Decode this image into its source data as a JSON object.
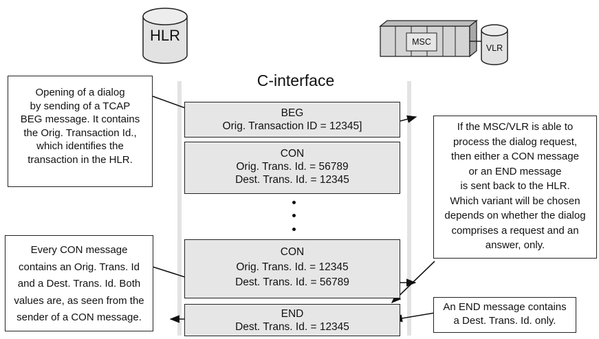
{
  "hlr_label": "HLR",
  "msc_label": "MSC",
  "vlr_label": "VLR",
  "interface_title": "C-interface",
  "messages": [
    {
      "name": "BEG",
      "lines": [
        "Orig. Transaction ID = 12345]"
      ]
    },
    {
      "name": "CON",
      "lines": [
        "Orig. Trans. Id. = 56789",
        "Dest. Trans. Id. = 12345"
      ]
    },
    {
      "name": "CON",
      "lines": [
        "Orig. Trans. Id. = 12345",
        "Dest. Trans. Id. = 56789"
      ]
    },
    {
      "name": "END",
      "lines": [
        "Dest. Trans. Id. = 12345"
      ]
    }
  ],
  "notes": {
    "opening": [
      "Opening of a dialog",
      "by sending of a TCAP",
      "BEG message. It contains",
      "the Orig. Transaction Id.,",
      "which identifies the",
      "transaction in the HLR."
    ],
    "con_info": [
      "Every CON message",
      "contains an Orig. Trans. Id",
      "and a Dest. Trans. Id. Both",
      "values are, as seen from the",
      "sender of a CON message."
    ],
    "msc_response": [
      "If the MSC/VLR is able to",
      "process the dialog request,",
      "then either a CON message",
      "or an END message",
      "is sent back to the HLR.",
      "Which variant will be chosen",
      "depends on whether the dialog",
      "comprises a request and an",
      "answer, only."
    ],
    "end_info": [
      "An END message contains",
      "a Dest. Trans. Id. only."
    ]
  },
  "colors": {
    "message_fill": "#e6e6e6",
    "lifeline": "#e3e3e3",
    "line": "#222222"
  }
}
